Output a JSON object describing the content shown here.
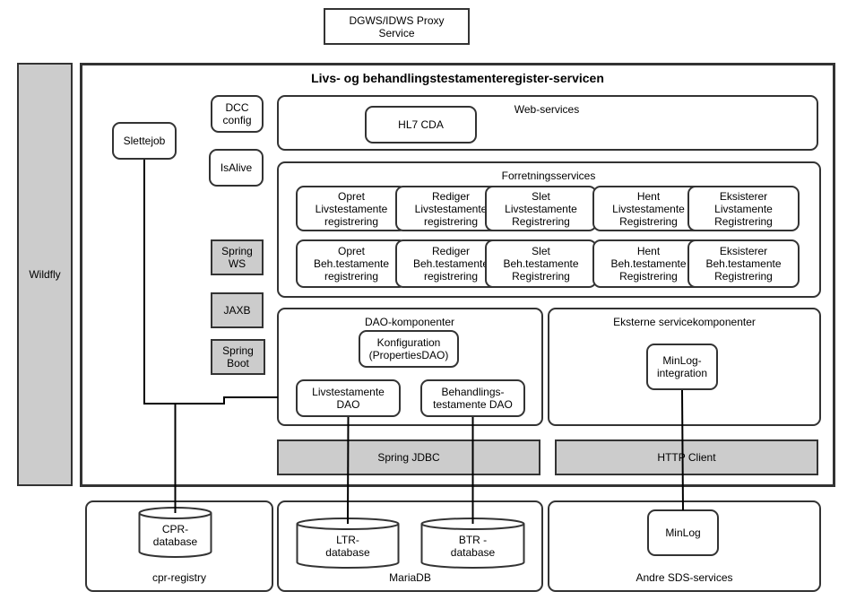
{
  "proxy": {
    "label": "DGWS/IDWS Proxy\nService"
  },
  "wildfly": {
    "label": "Wildfly"
  },
  "main": {
    "title": "Livs- og behandlingstestamenteregister-servicen",
    "slettejob": "Slettejob",
    "dcc_config": "DCC\nconfig",
    "isalive": "IsAlive",
    "libraries": [
      {
        "label": "Spring\nWS"
      },
      {
        "label": "JAXB"
      },
      {
        "label": "Spring\nBoot"
      }
    ],
    "web_services": {
      "title": "Web-services",
      "hl7": "HL7 CDA"
    },
    "forretningsservices": {
      "title": "Forretningsservices",
      "row1": [
        "Opret\nLivstestamente\nregistrering",
        "Rediger\nLivstestamente\nregistrering",
        "Slet\nLivstestamente\nRegistrering",
        "Hent\nLivstestamente\nRegistrering",
        "Eksisterer\nLivstamente\nRegistrering"
      ],
      "row2": [
        "Opret\nBeh.testamente\nregistrering",
        "Rediger\nBeh.testamente\nregistrering",
        "Slet\nBeh.testamente\nRegistrering",
        "Hent\nBeh.testamente\nRegistrering",
        "Eksisterer\nBeh.testamente\nRegistrering"
      ]
    },
    "dao": {
      "title": "DAO-komponenter",
      "config": "Konfiguration\n(PropertiesDAO)",
      "livs_dao": "Livstestamente\nDAO",
      "beh_dao": "Behandlings-\ntestamente DAO"
    },
    "external": {
      "title": "Eksterne servicekomponenter",
      "minlog_integration": "MinLog-\nintegration"
    },
    "spring_jdbc": "Spring JDBC",
    "http_client": "HTTP Client"
  },
  "bottom": {
    "cpr": {
      "title": "cpr-registry",
      "db": "CPR-\ndatabase"
    },
    "mariadb": {
      "title": "MariaDB",
      "ltr": "LTR-\ndatabase",
      "btr": "BTR -\ndatabase"
    },
    "sds": {
      "title": "Andre SDS-services",
      "minlog": "MinLog"
    }
  }
}
